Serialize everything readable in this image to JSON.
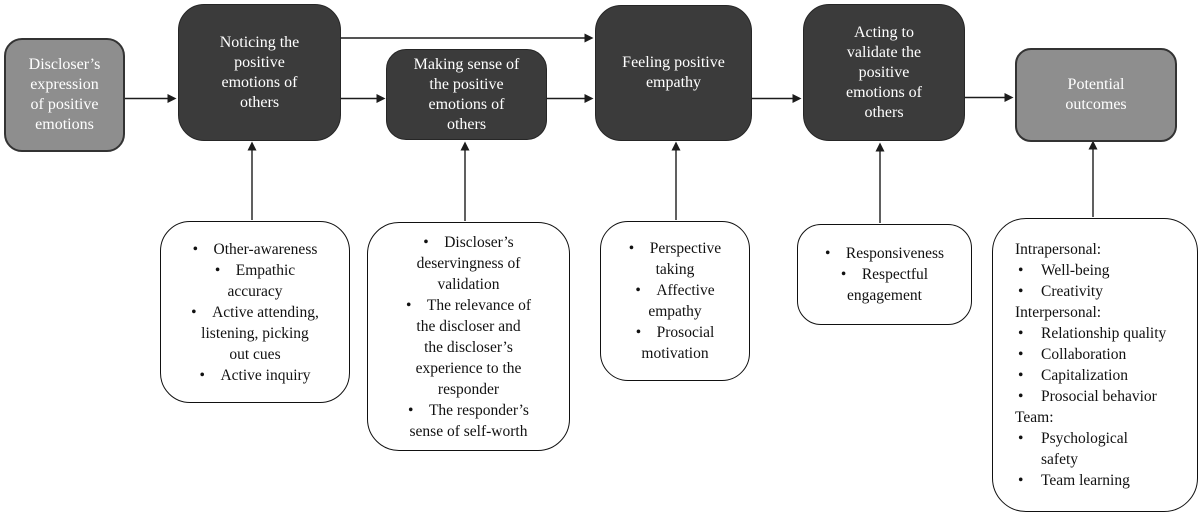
{
  "figure": {
    "description": "Process model flow diagram of positive empathy from discloser expression to potential outcomes"
  },
  "colors": {
    "dark_box_fill": "#3b3b3b",
    "gray_box_fill": "#8e8e8e",
    "box_text": "#ffffff",
    "detail_box_fill": "#ffffff",
    "detail_box_border": "#111111",
    "detail_text": "#111111",
    "arrow": "#1c1c1c",
    "background": "#ffffff"
  },
  "flow": {
    "discloser": {
      "label": "Discloser’s\nexpression\nof positive\nemotions"
    },
    "noticing": {
      "label": "Noticing the\npositive\nemotions of\nothers"
    },
    "making_sense": {
      "label": "Making sense of\nthe positive\nemotions of\nothers"
    },
    "feeling": {
      "label": "Feeling positive\nempathy"
    },
    "acting": {
      "label": "Acting to\nvalidate the\npositive\nemotions of\nothers"
    },
    "outcomes": {
      "label": "Potential\noutcomes"
    }
  },
  "detail_boxes": {
    "noticing": {
      "items": [
        "Other-awareness",
        "Empathic\naccuracy",
        "Active attending,\nlistening, picking\nout cues",
        "Active inquiry"
      ]
    },
    "making_sense": {
      "items": [
        "Discloser’s\ndeservingness of\nvalidation",
        "The relevance of\nthe discloser and\nthe discloser’s\nexperience to the\nresponder",
        "The responder’s\nsense of self-worth"
      ]
    },
    "feeling": {
      "items": [
        "Perspective\ntaking",
        "Affective\nempathy",
        "Prosocial\nmotivation"
      ]
    },
    "acting": {
      "items": [
        "Responsiveness",
        "Respectful\nengagement"
      ]
    },
    "outcomes": {
      "lines": [
        {
          "type": "heading",
          "text": "Intrapersonal:"
        },
        {
          "type": "bullet",
          "text": "Well-being"
        },
        {
          "type": "bullet",
          "text": "Creativity"
        },
        {
          "type": "heading",
          "text": "Interpersonal:"
        },
        {
          "type": "bullet",
          "text": "Relationship quality"
        },
        {
          "type": "bullet",
          "text": "Collaboration"
        },
        {
          "type": "bullet",
          "text": "Capitalization"
        },
        {
          "type": "bullet",
          "text": "Prosocial behavior"
        },
        {
          "type": "heading",
          "text": "Team:"
        },
        {
          "type": "bullet",
          "text": "Psychological\nsafety"
        },
        {
          "type": "bullet",
          "text": "Team learning"
        }
      ]
    }
  },
  "connections": [
    {
      "from": "discloser",
      "to": "noticing"
    },
    {
      "from": "noticing",
      "to": "making_sense"
    },
    {
      "from": "noticing",
      "to": "feeling"
    },
    {
      "from": "making_sense",
      "to": "feeling"
    },
    {
      "from": "feeling",
      "to": "acting"
    },
    {
      "from": "acting",
      "to": "outcomes"
    },
    {
      "from": "noticing_details",
      "to": "noticing"
    },
    {
      "from": "making_sense_details",
      "to": "making_sense"
    },
    {
      "from": "feeling_details",
      "to": "feeling"
    },
    {
      "from": "acting_details",
      "to": "acting"
    },
    {
      "from": "outcomes_details",
      "to": "outcomes"
    }
  ]
}
